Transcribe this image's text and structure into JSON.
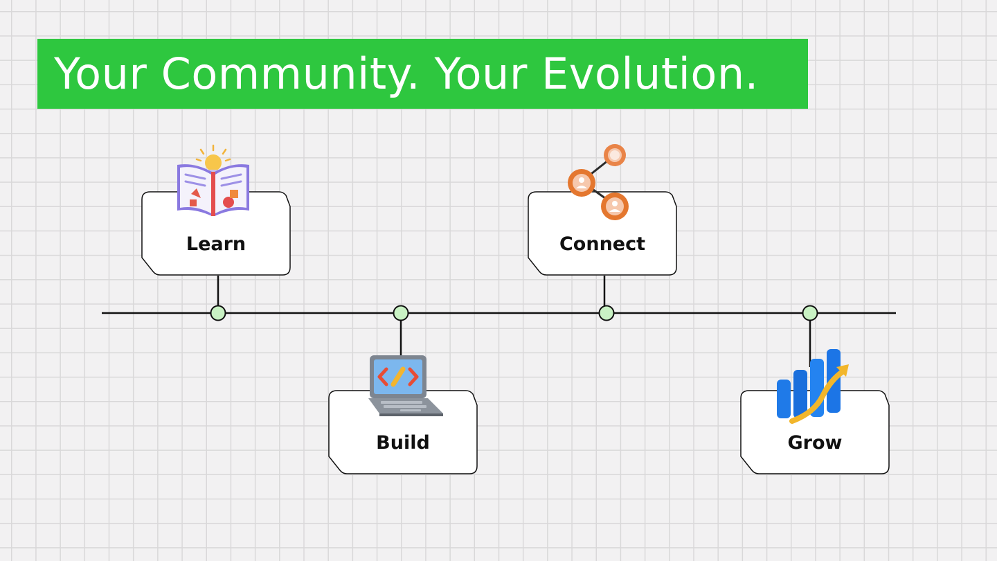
{
  "title": "Your Community. Your Evolution.",
  "colors": {
    "banner": "#2ec73f",
    "node_fill": "#c9f2c4",
    "line": "#111111",
    "card_fill": "#ffffff"
  },
  "timeline": [
    {
      "label": "Learn",
      "icon": "book-lightbulb-icon",
      "position": "above"
    },
    {
      "label": "Build",
      "icon": "laptop-code-icon",
      "position": "below"
    },
    {
      "label": "Connect",
      "icon": "people-network-icon",
      "position": "above"
    },
    {
      "label": "Grow",
      "icon": "growth-chart-icon",
      "position": "below"
    }
  ]
}
